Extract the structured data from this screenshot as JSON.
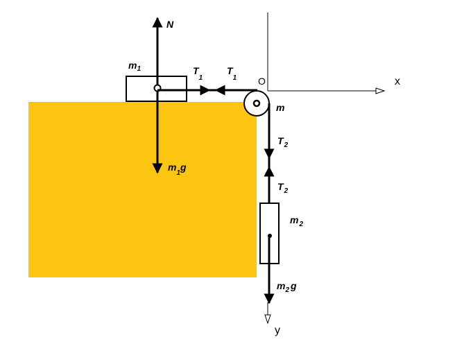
{
  "colors": {
    "table": "#fbc512",
    "line": "#000000",
    "axis": "#000000",
    "background": "#ffffff"
  },
  "labels": {
    "normal_force": "N",
    "mass1": {
      "base": "m",
      "sub": "1"
    },
    "tension1_left": {
      "base": "T",
      "sub": "1"
    },
    "tension1_right": {
      "base": "T",
      "sub": "1"
    },
    "origin": "O",
    "x_axis": "x",
    "y_axis": "y",
    "pulley_mass": "m",
    "tension2_upper": {
      "base": "T",
      "sub": "2"
    },
    "tension2_lower": {
      "base": "T",
      "sub": "2"
    },
    "mass2": {
      "base": "m",
      "sub": "2"
    },
    "weight1": {
      "base": "m",
      "sub": "1",
      "tail": "g"
    },
    "weight2": {
      "base": "m",
      "sub": "2",
      "tail": "g"
    }
  }
}
